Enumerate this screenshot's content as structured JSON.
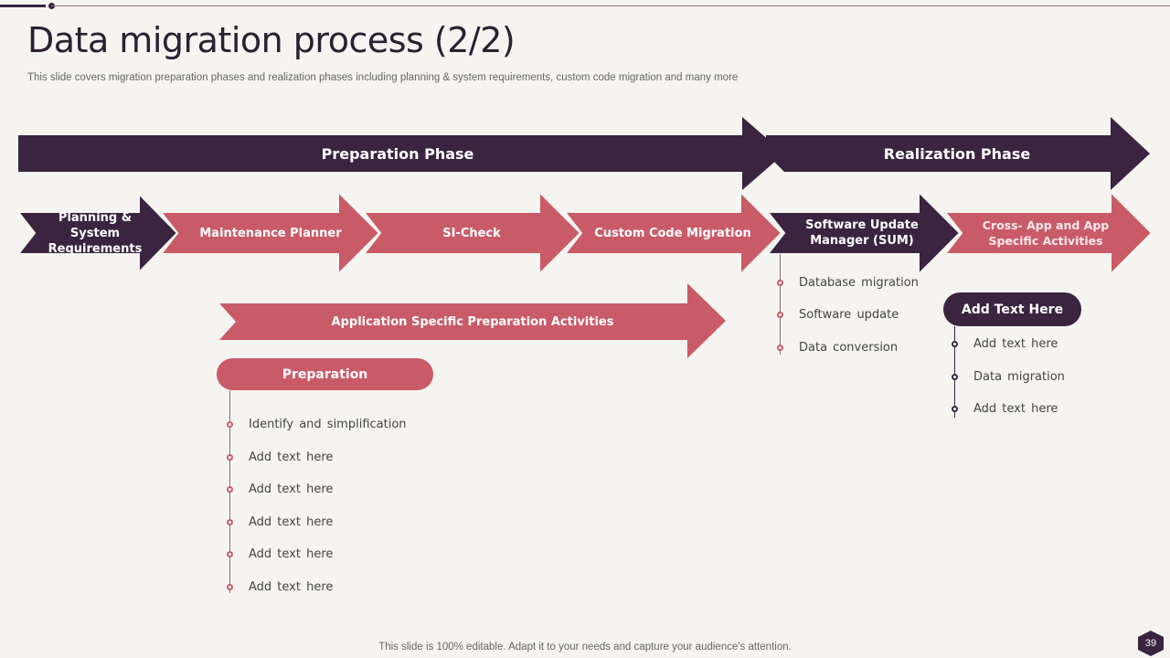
{
  "title": "Data migration process (2/2)",
  "subtitle": "This slide covers migration preparation phases and realization phases including planning & system requirements, custom code migration and many more",
  "colors": {
    "dark": "#3a2440",
    "rose": "#c95b67",
    "background": "#f6f4f1"
  },
  "phases": {
    "preparation": "Preparation Phase",
    "realization": "Realization Phase"
  },
  "steps": [
    "Planning & System Requirements",
    "Maintenance Planner",
    "SI-Check",
    "Custom Code Migration",
    "Software Update Manager (SUM)",
    "Cross- App and App Specific Activities"
  ],
  "app_specific": "Application Specific Preparation Activities",
  "preparation_box": {
    "title": "Preparation",
    "items": [
      "Identify and simplification",
      "Add text here",
      "Add text here",
      "Add text here",
      "Add text here",
      "Add text here"
    ]
  },
  "sum_items": [
    "Database migration",
    "Software update",
    "Data conversion"
  ],
  "add_text_box": {
    "title": "Add Text Here",
    "items": [
      "Add text here",
      "Data migration",
      "Add text here"
    ]
  },
  "footer": "This slide is 100% editable. Adapt it to your needs and capture your audience's attention.",
  "page_number": "39"
}
